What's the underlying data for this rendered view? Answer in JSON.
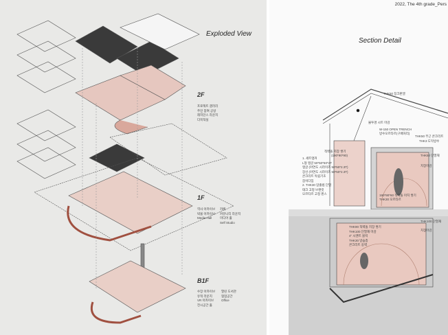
{
  "header": {
    "caption": "2022, The 4th grade_Pers"
  },
  "exploded": {
    "title": "Exploded View",
    "floors": [
      {
        "label": "2F",
        "col1": [
          "프로젝트 갤러리",
          "주민 참여 공방",
          "레지던스 라운지",
          "다목적실"
        ],
        "col2": []
      },
      {
        "label": "1F",
        "col1": [
          "역사 아카이브",
          "박물 아카이브",
          "Media Hall"
        ],
        "col2": [
          "카페",
          "커뮤니티 라운지",
          "미디어 홀",
          "Self Studio"
        ]
      },
      {
        "label": "B1F",
        "col1": [
          "수장 아카이브",
          "유적 라운지",
          "VR 아카이브",
          "전시공간 홀"
        ],
        "col2": [
          "열린 도서관",
          "협업공간",
          "Office"
        ]
      }
    ]
  },
  "section": {
    "title": "Section Detail",
    "labels": [
      "THK50 징크판넬",
      "불투명 시트 마감",
      "W-150 OPEN TRENCH",
      "방수모르타르(구배처리)",
      "THK50 무근 콘크리트",
      "THK3 도막방수",
      "적벽돌 치장 쌓기",
      "(190*90*90)",
      "THK50 단열재",
      "치장마감",
      "190*90*60 적벽돌 아치 쌓기",
      "THK30 모르타르",
      "THK100 단열재",
      "치장마감"
    ],
    "notes": [
      "1. 세트앵커",
      "L형 앵글 50*50*50*2T",
      "앵글 (아연도 시라이즈 50*50*2.3T)",
      "장선 (아연도 시라이즈 50*50*2.3T)",
      "콘크리트 독립기초",
      "잡석다짐",
      "2. THK30 압출법 단열",
      "태크 고정 브랜킷",
      "모르타르 고정 핀스"
    ],
    "lower": [
      "THK90 적벽돌 치장 쌓기",
      "THK100 단열재 마감",
      "4\" 시멘트 블럭",
      "THK30 방습층",
      "콘크리트 옹벽"
    ]
  }
}
